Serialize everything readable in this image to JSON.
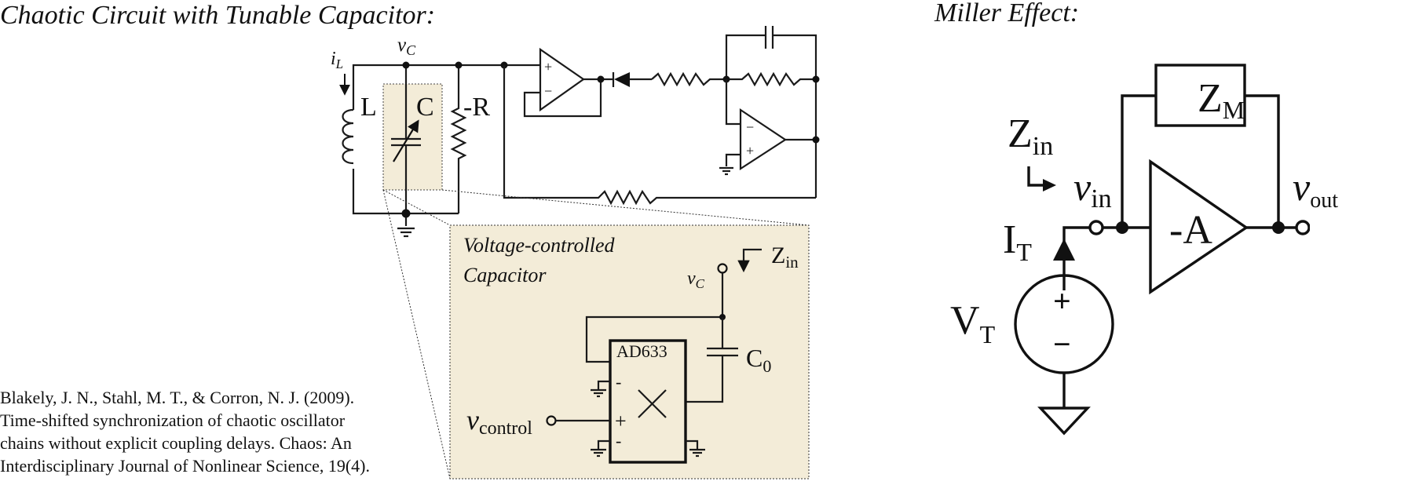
{
  "left_panel": {
    "title": "Chaotic Circuit with Tunable Capacitor:",
    "labels": {
      "il": "i",
      "il_sub": "L",
      "vc": "v",
      "vc_sub": "C",
      "inductor": "L",
      "capacitor": "C",
      "neg_resistor": "-R",
      "opamp_plus": "+",
      "opamp_minus": "−"
    },
    "inset": {
      "title_line1": "Voltage-controlled",
      "title_line2": "Capacitor",
      "vc": "v",
      "vc_sub": "C",
      "zin": "Z",
      "zin_sub": "in",
      "chip_label": "AD633",
      "cap_label": "C",
      "cap_sub": "0",
      "vcontrol": "v",
      "vcontrol_sub": "control",
      "pin_minus_top": "-",
      "pin_plus": "+",
      "pin_minus_bottom": "-",
      "inset_bg": "#f3ecd8"
    },
    "citation": [
      "Blakely, J. N., Stahl, M. T., & Corron, N. J. (2009).",
      "Time-shifted synchronization of chaotic oscillator",
      "chains without explicit coupling delays. Chaos: An",
      "Interdisciplinary Journal of Nonlinear Science, 19(4)."
    ]
  },
  "right_panel": {
    "title": "Miller Effect:",
    "labels": {
      "zm": "Z",
      "zm_sub": "M",
      "zin": "Z",
      "zin_sub": "in",
      "vin": "v",
      "vin_sub": "in",
      "vout": "v",
      "vout_sub": "out",
      "amp": "-A",
      "it": "I",
      "it_sub": "T",
      "vt": "V",
      "vt_sub": "T",
      "src_plus": "+",
      "src_minus": "−"
    }
  }
}
